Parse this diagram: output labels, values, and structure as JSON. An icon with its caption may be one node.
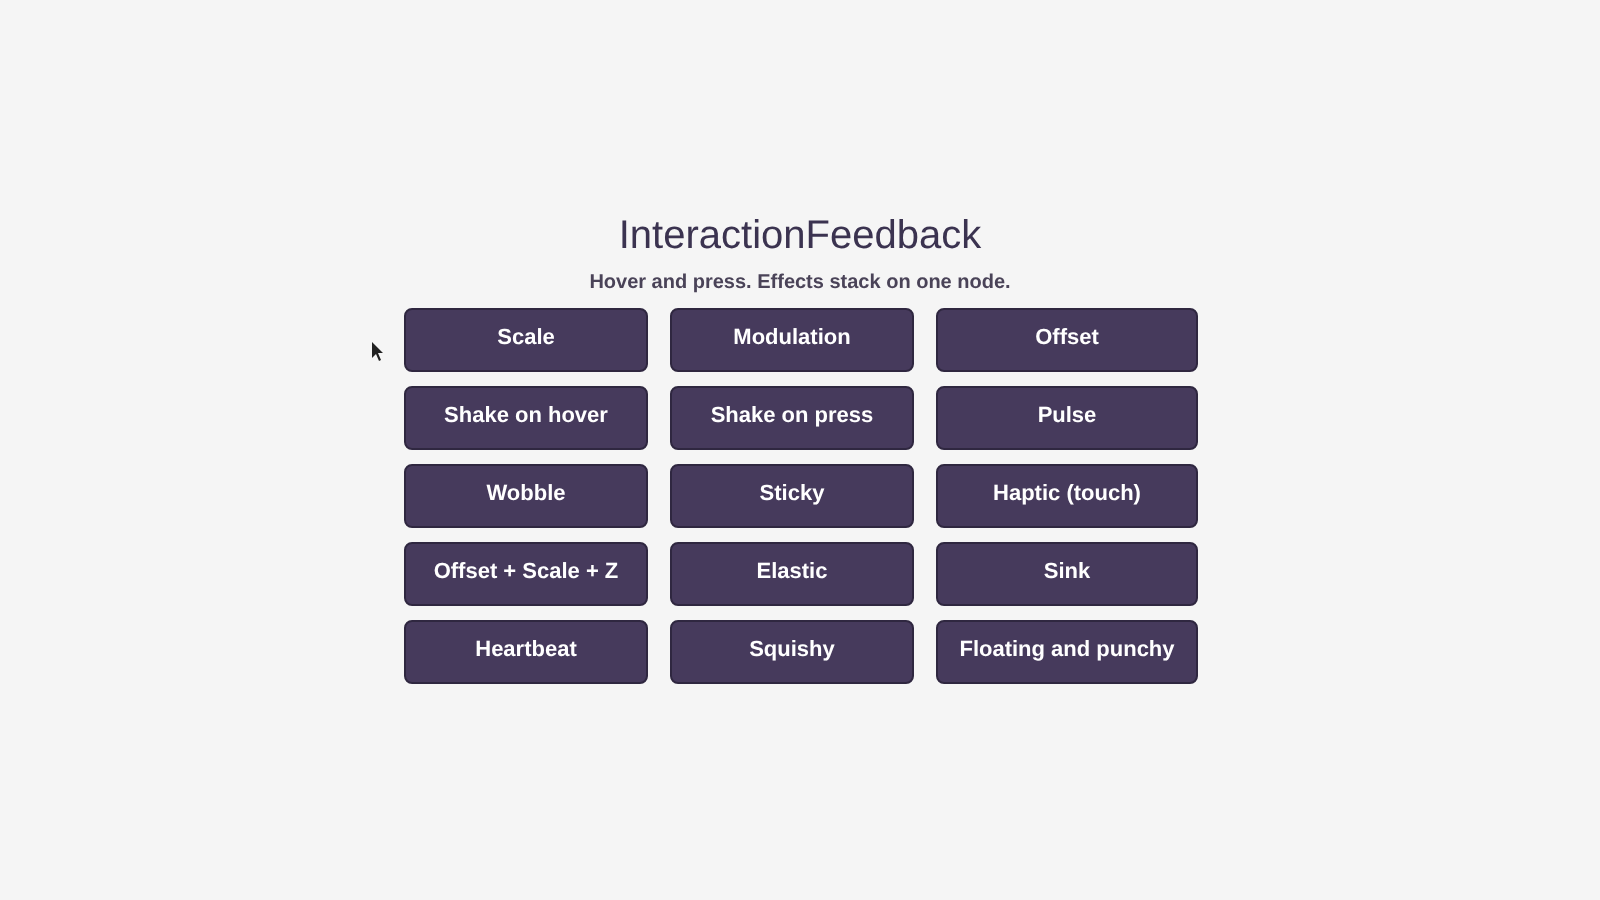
{
  "diagram": {
    "title": "InteractionFeedback",
    "nodes": [
      {
        "text": [
          "Scale"
        ]
      },
      {
        "text": [
          "Modulation"
        ]
      },
      {
        "text": [
          "Offset"
        ]
      },
      {
        "text": [
          "Shake on hover"
        ]
      },
      {
        "text": [
          "Shake on press"
        ]
      },
      {
        "text": [
          "Pulse"
        ]
      },
      {
        "text": [
          "Wobble"
        ]
      },
      {
        "text": [
          "Sticky"
        ]
      },
      {
        "text": [
          "Haptic (touch)"
        ]
      },
      {
        "text": [
          "Offset + Scale + Z"
        ]
      },
      {
        "text": [
          "Elastic"
        ]
      },
      {
        "text": [
          "Sink"
        ]
      },
      {
        "text": [
          "Heartbeat"
        ]
      },
      {
        "text": [
          "Squishy"
        ]
      },
      {
        "text": [
          "Floating and punchy"
        ]
      }
    ],
    "labels": [
      "Hover and press. Effects stack on one node."
    ]
  }
}
